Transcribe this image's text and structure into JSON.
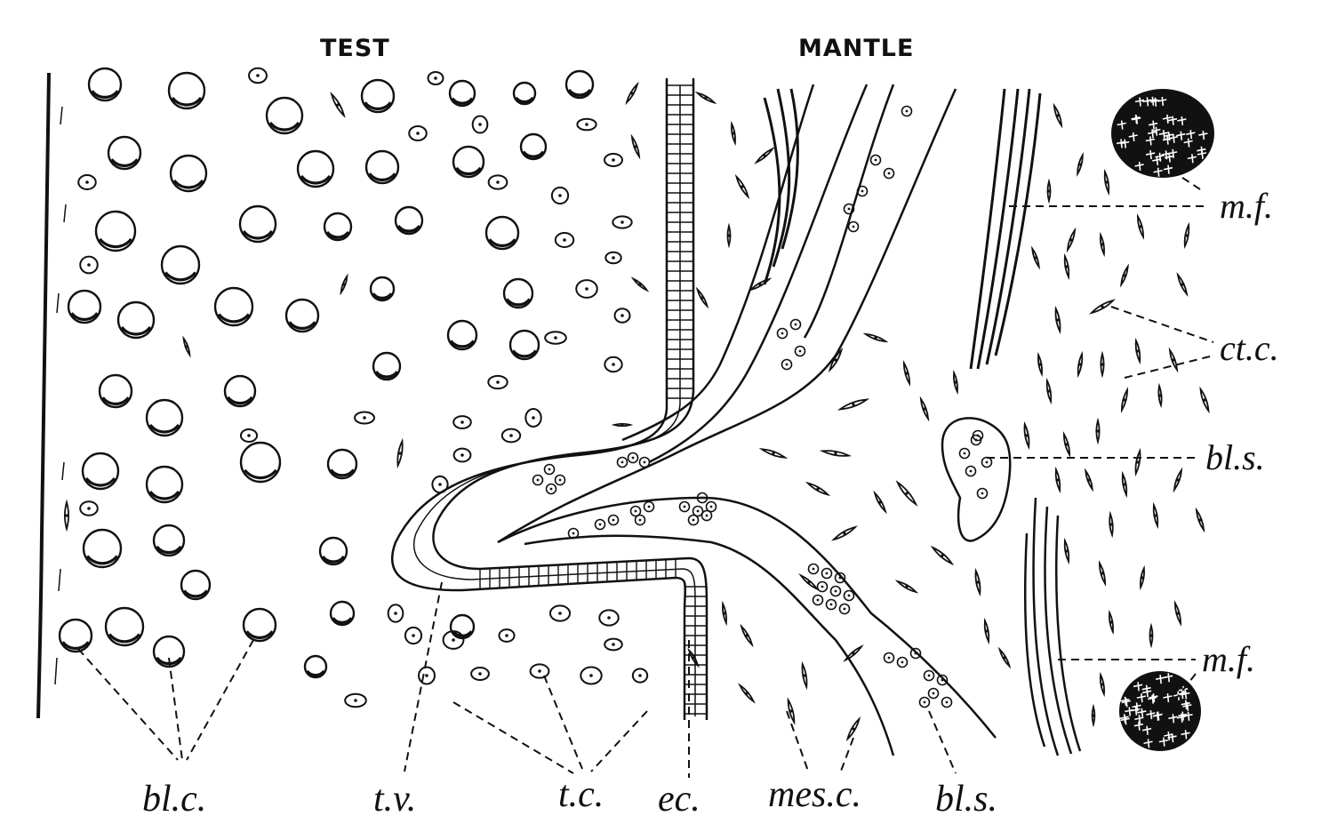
{
  "headers": {
    "test": "TEST",
    "mantle": "MANTLE"
  },
  "labels": {
    "bl_c": "bl.c.",
    "t_v": "t.v.",
    "t_c": "t.c.",
    "ec": "ec.",
    "mes_c": "mes.c.",
    "bl_s_bottom": "bl.s.",
    "m_f_top": "m.f.",
    "ct_c": "ct.c.",
    "bl_s_right": "bl.s.",
    "m_f_bottom": "m.f."
  },
  "colors": {
    "ink": "#111111",
    "paper": "#ffffff"
  }
}
